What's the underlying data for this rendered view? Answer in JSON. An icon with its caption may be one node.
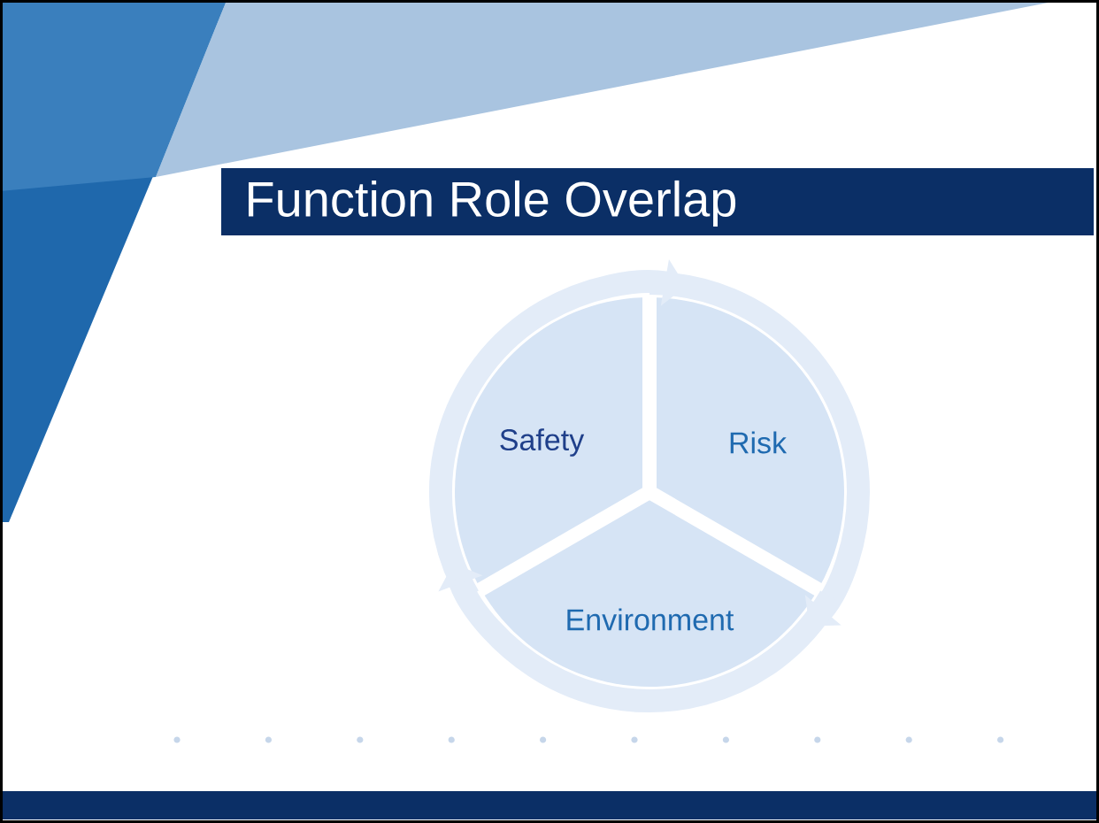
{
  "diagram": {
    "title": "Function Role Overlap",
    "nodes": [
      {
        "text": [
          "Safety"
        ]
      },
      {
        "text": [
          "Risk"
        ]
      },
      {
        "text": [
          "Environment"
        ]
      }
    ],
    "edges": [
      {
        "from": 0,
        "to": 1,
        "arrow": "to"
      },
      {
        "from": 1,
        "to": 2,
        "arrow": "to"
      },
      {
        "from": 2,
        "to": 0,
        "arrow": "to"
      }
    ]
  }
}
